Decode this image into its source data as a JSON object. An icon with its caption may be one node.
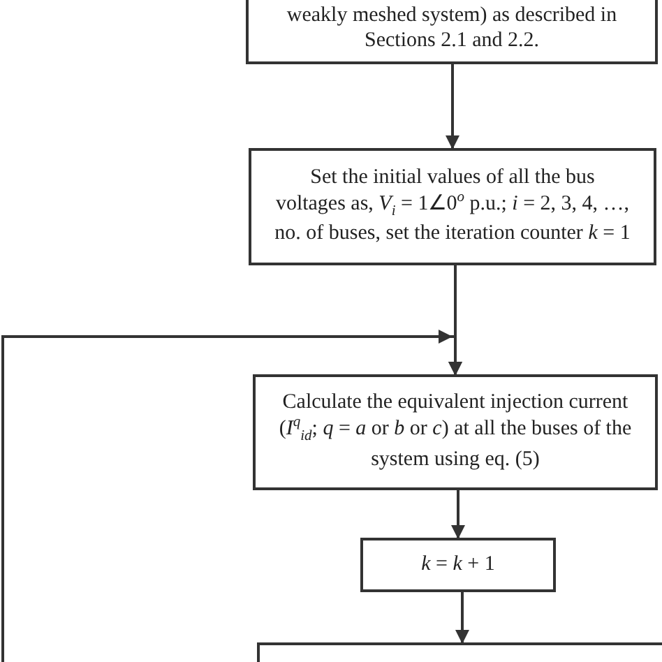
{
  "diagram": {
    "nodes": [
      {
        "text": [
          "weakly meshed system) as described in Sections 2.1 and 2.2."
        ]
      },
      {
        "text": [
          "Set the initial values of all the bus voltages as, *V*$_{i}$ = 1∠0$^{o}$ p.u.;   *i* = 2, 3, 4, …, no. of buses, set the iteration counter *k* = 1"
        ]
      },
      {
        "text": [
          "Calculate the equivalent injection current (*I*$^{q}$$_{id}$; *q* = *a* or *b* or *c*) at all the buses of the system using eq. (5)"
        ]
      },
      {
        "text": [
          "*k* = *k* + 1"
        ]
      },
      {
        "text": [],
        "shape": "box"
      }
    ],
    "edges": [
      {
        "from": 0,
        "to": 1,
        "arrow": "to"
      },
      {
        "from": 1,
        "to": 2,
        "arrow": "to"
      },
      {
        "from": 2,
        "to": 3,
        "arrow": "to"
      },
      {
        "from": 3,
        "to": 4,
        "arrow": "to"
      },
      {
        "from": null,
        "to": 2,
        "arrow": "to"
      }
    ]
  }
}
